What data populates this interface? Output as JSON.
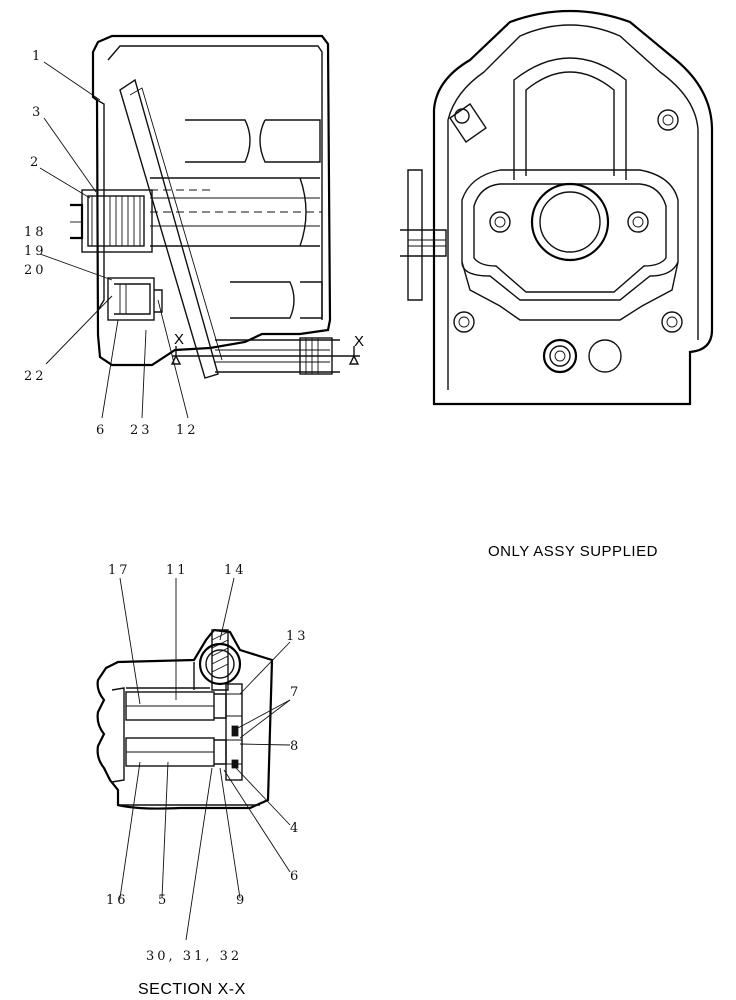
{
  "note": "ONLY ASSY SUPPLIED",
  "section_title": "SECTION  X-X",
  "section_mark": "X",
  "top_view_callouts": {
    "c1": "1",
    "c3": "3",
    "c2": "2",
    "c18": "18",
    "c19": "19",
    "c20": "20",
    "c22": "22",
    "c6": "6",
    "c23": "23",
    "c12": "12"
  },
  "section_view_callouts": {
    "c17": "17",
    "c11": "11",
    "c14": "14",
    "c13": "13",
    "c7": "7",
    "c8": "8",
    "c4": "4",
    "c6": "6",
    "c16": "16",
    "c5": "5",
    "c9": "9",
    "c30_31_32": "30, 31, 32"
  }
}
